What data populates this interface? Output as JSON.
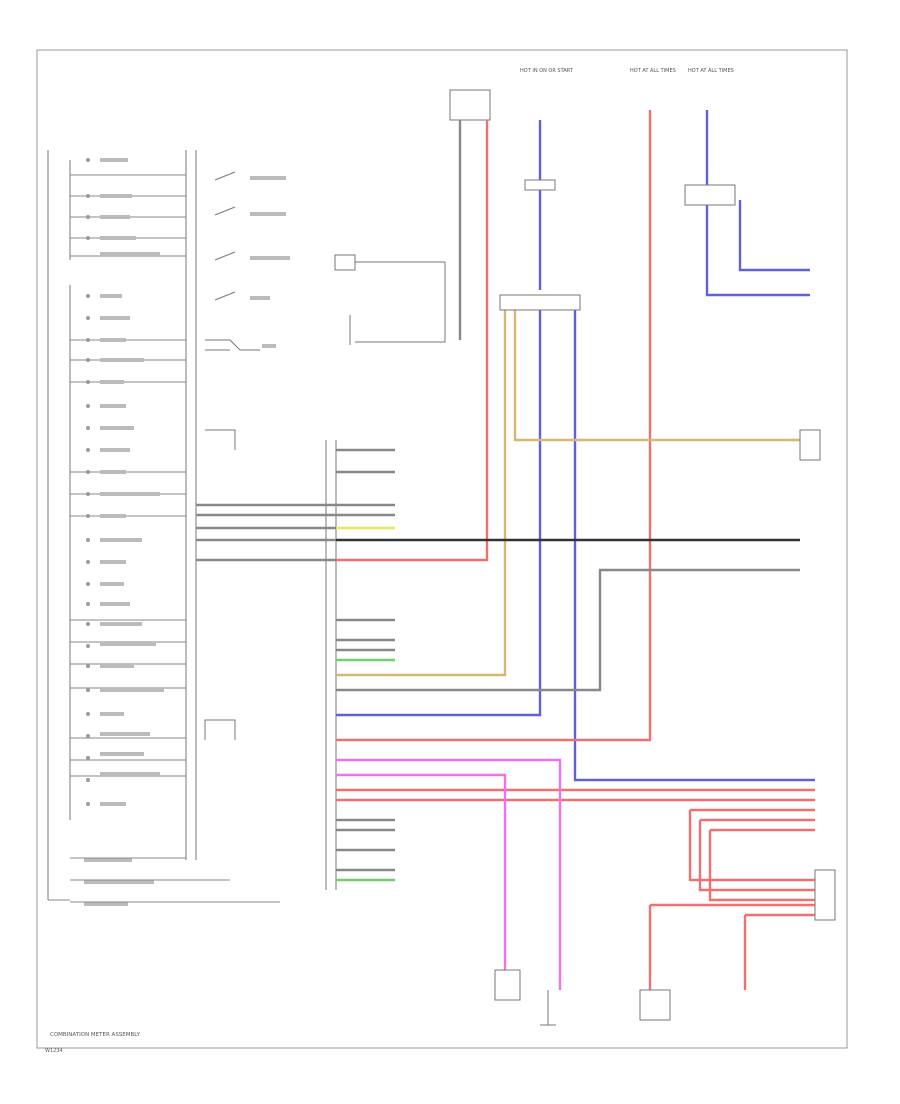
{
  "footer_label": "COMBINATION METER ASSEMBLY",
  "code": "W1234",
  "power_top": [
    "HOT IN ON OR START",
    "HOT AT ALL TIMES",
    "HOT AT ALL TIMES"
  ],
  "colors": {
    "blue": "#6060dd",
    "red": "#f07070",
    "pink": "#f070f0",
    "tan": "#d8b870",
    "green": "#70d070",
    "yellow": "#e8e860",
    "gray": "#888888",
    "black": "#333333"
  }
}
